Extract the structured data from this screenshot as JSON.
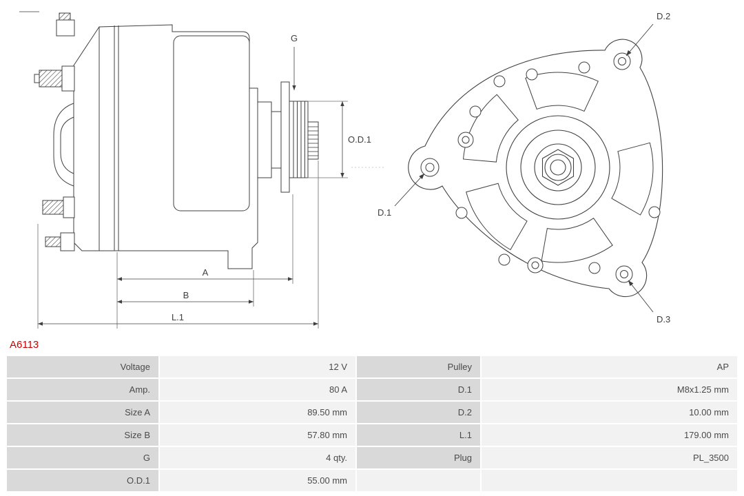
{
  "part_number": "A6113",
  "colors": {
    "accent_red": "#cc0000",
    "label_cell_bg": "#d9d9d9",
    "value_cell_bg": "#f2f2f2",
    "line_color": "#3f3f3f",
    "text_color": "#4a4a4a"
  },
  "drawing": {
    "side_labels": {
      "g": "G",
      "od1": "O.D.1",
      "a": "A",
      "b": "B",
      "l1": "L.1"
    },
    "rear_labels": {
      "d1": "D.1",
      "d2": "D.2",
      "d3": "D.3"
    }
  },
  "table": {
    "rows": [
      {
        "cells": [
          "Voltage",
          "12 V",
          "Pulley",
          "AP"
        ]
      },
      {
        "cells": [
          "Amp.",
          "80 A",
          "D.1",
          "M8x1.25 mm"
        ]
      },
      {
        "cells": [
          "Size A",
          "89.50 mm",
          "D.2",
          "10.00 mm"
        ]
      },
      {
        "cells": [
          "Size B",
          "57.80 mm",
          "L.1",
          "179.00 mm"
        ]
      },
      {
        "cells": [
          "G",
          "4 qty.",
          "Plug",
          "PL_3500"
        ]
      },
      {
        "cells": [
          "O.D.1",
          "55.00 mm",
          "",
          ""
        ]
      }
    ]
  }
}
